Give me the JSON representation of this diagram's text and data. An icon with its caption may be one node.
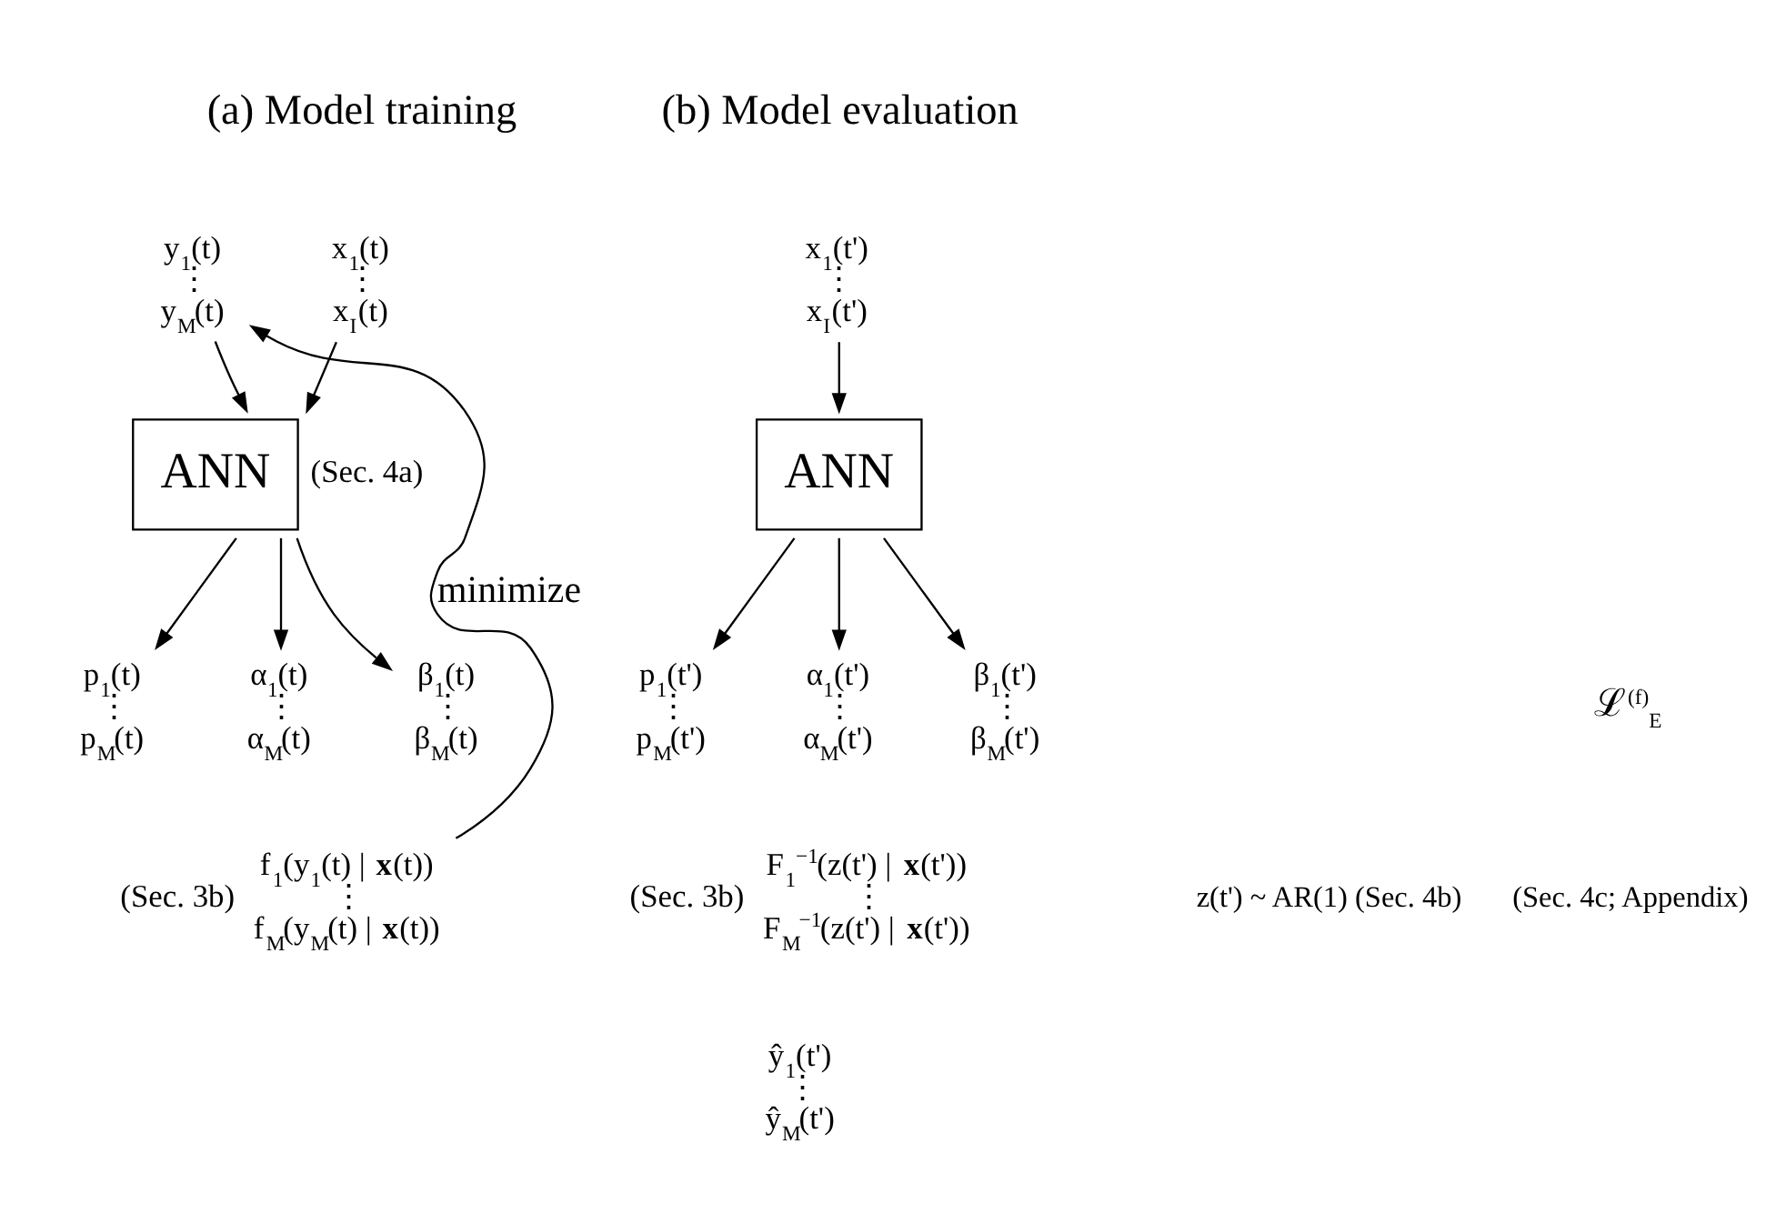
{
  "diagram": {
    "nodes": [
      {
        "text": [
          "x$_{1}$(t)",
          "⋮",
          "x$_{I}$(t)"
        ]
      },
      {
        "text": [
          "y$_{1}$(t)",
          "⋮",
          "y$_{M}$(t)"
        ]
      },
      {
        "text": [
          "ANN"
        ],
        "beside": [
          "(Sec. 4a)"
        ]
      },
      {
        "text": [
          "p$_{1}$(t)",
          "⋮",
          "p$_{M}$(t)"
        ]
      },
      {
        "text": [
          "α$_{1}$(t)",
          "⋮",
          "α$_{M}$(t)"
        ]
      },
      {
        "text": [
          "β$_{1}$(t)",
          "⋮",
          "β$_{M}$(t)"
        ]
      },
      {
        "text": [
          "f$_{1}$(y$_{1}$(t) | **x**(t))",
          "⋮",
          "f$_{M}$(y$_{M}$(t) | **x**(t))"
        ],
        "beside": [
          "(Sec. 3b)"
        ]
      },
      {
        "text": [
          "x$_{1}$(t')",
          "⋮",
          "x$_{I}$(t')"
        ]
      },
      {
        "text": [
          "ANN"
        ]
      },
      {
        "text": [
          "p$_{1}$(t')",
          "⋮",
          "p$_{M}$(t')"
        ]
      },
      {
        "text": [
          "α$_{1}$(t')",
          "⋮",
          "α$_{M}$(t')"
        ]
      },
      {
        "text": [
          "β$_{1}$(t')",
          "⋮",
          "β$_{M}$(t')"
        ]
      },
      {
        "text": [
          "F$_{1}$$^{−1}$(z(t') | **x**(t'))",
          "⋮",
          "F$_{M}$$^{−1}$(z(t') | **x**(t'))"
        ],
        "beside": [
          "(Sec. 3b)"
        ]
      },
      {
        "text": [
          "ŷ$_{1}$(t')",
          "⋮",
          "ŷ$_{M}$(t')"
        ]
      }
    ],
    "edges": [
      {
        "from": 0,
        "to": 2,
        "arrow": "to"
      },
      {
        "from": 1,
        "to": 2,
        "arrow": "to"
      },
      {
        "from": 2,
        "to": 3,
        "arrow": "to"
      },
      {
        "from": 2,
        "to": 4,
        "arrow": "to"
      },
      {
        "from": 2,
        "to": 5,
        "arrow": "to"
      },
      {
        "from": 6,
        "to": 1,
        "arrow": "to",
        "label": "minimize"
      },
      {
        "from": 7,
        "to": 8,
        "arrow": "to"
      },
      {
        "from": 8,
        "to": 9,
        "arrow": "to"
      },
      {
        "from": 8,
        "to": 10,
        "arrow": "to"
      },
      {
        "from": 8,
        "to": 11,
        "arrow": "to"
      }
    ],
    "labels": [
      "(a) Model training",
      "(b) Model evaluation",
      "ℒ$^{(f)}$$_{E}$",
      "(Sec. 4c; Appendix)",
      "z(t') ~ AR(1) (Sec. 4b)"
    ]
  }
}
